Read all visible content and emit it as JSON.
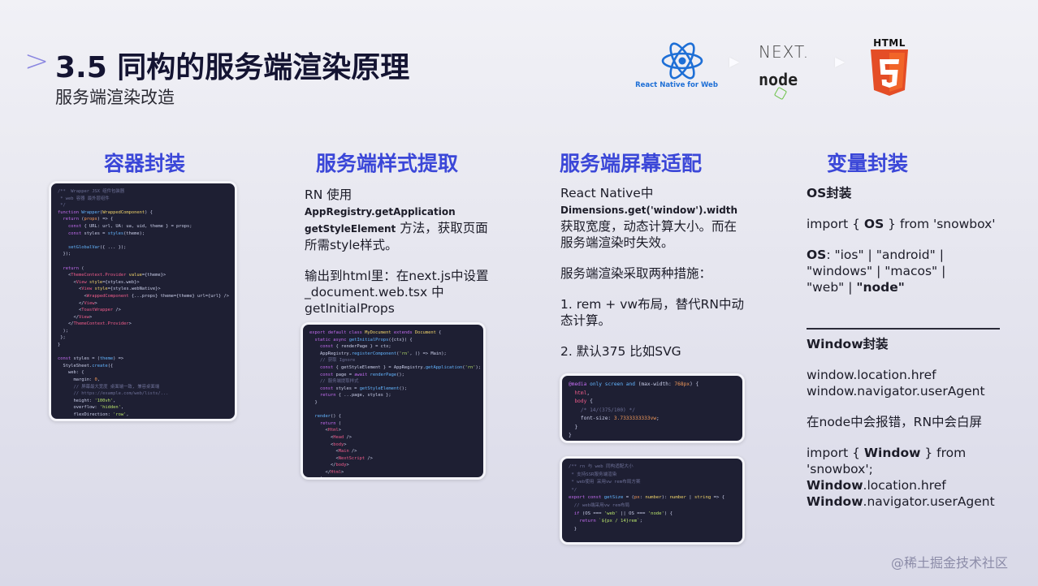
{
  "header": {
    "chevron_icon": ">",
    "title": "3.5 同构的服务端渲染原理",
    "subtitle": "服务端渲染改造"
  },
  "logos": {
    "react_caption": "React Native for Web",
    "arrow": "▶",
    "next": "NEXT.",
    "node": "node",
    "html5_label": "HTML",
    "html5_number": "5"
  },
  "columns": {
    "container": {
      "heading": "容器封装"
    },
    "style_extract": {
      "heading": "服务端样式提取",
      "p1_prefix": "RN 使用 ",
      "p1_code": "AppRegistry.getApplication getStyleElement",
      "p1_suffix": " 方法，获取页面所需style样式。",
      "p2": "输出到html里：在next.js中设置 _document.web.tsx 中 getInitialProps"
    },
    "screen_adapt": {
      "heading": "服务端屏幕适配",
      "p1_prefix": "React Native中",
      "p1_code": "Dimensions.get('window').width",
      "p1_suffix": " 获取宽度，动态计算大小。而在服务端渲染时失效。",
      "p2": "服务端渲染采取两种措施：",
      "p3": "1. rem + vw布局，替代RN中动态计算。",
      "p4": "2. 默认375 比如SVG"
    },
    "var_wrap": {
      "heading": "变量封装",
      "os_title": "OS封装",
      "os_import_a": "import { ",
      "os_import_b": "OS",
      "os_import_c": " } from 'snowbox'",
      "os_type_a": "OS",
      "os_type_b": ": \"ios\" | \"android\" | \"windows\" | \"macos\" | \"web\" | ",
      "os_type_c": "\"node\"",
      "win_title": "Window封装",
      "win_l1": "window.location.href",
      "win_l2": "window.navigator.userAgent",
      "win_err": "在node中会报错，RN中会白屏",
      "win_import_a": "import { ",
      "win_import_b": "Window",
      "win_import_c": " } from 'snowbox';",
      "win_use1_a": "Window",
      "win_use1_b": ".location.href",
      "win_use2_a": "Window",
      "win_use2_b": ".navigator.userAgent"
    }
  },
  "watermark": "@稀土掘金技术社区"
}
